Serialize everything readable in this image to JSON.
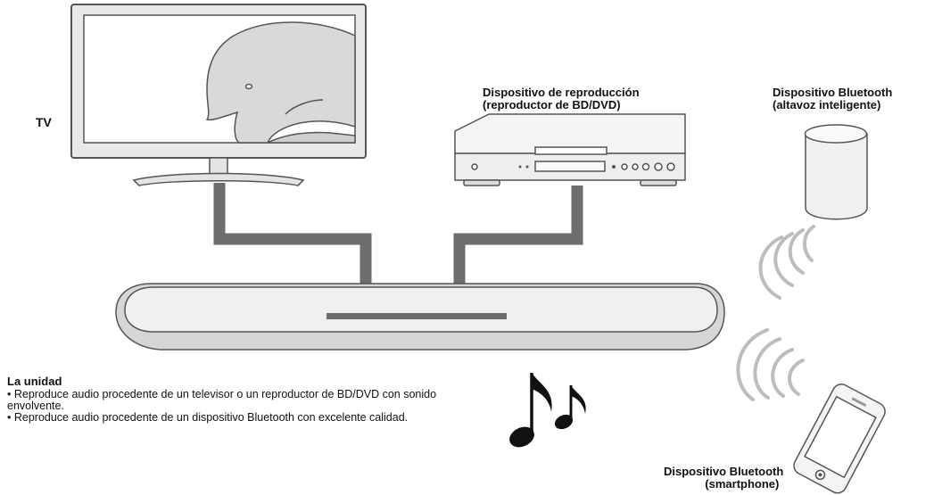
{
  "labels": {
    "tv": "TV",
    "player": [
      "Dispositivo de reproducción",
      "(reproductor de BD/DVD)"
    ],
    "bt_speaker": [
      "Dispositivo Bluetooth",
      "(altavoz inteligente)"
    ],
    "bt_phone": [
      "Dispositivo Bluetooth",
      "(smartphone)"
    ]
  },
  "unit": {
    "title": "La unidad",
    "bullets": [
      "• Reproduce audio procedente de un televisor o un reproductor de BD/DVD con sonido envolvente.",
      "• Reproduce audio procedente de un dispositivo Bluetooth con excelente calidad."
    ]
  },
  "colors": {
    "cable": "#6d6d6d",
    "device_fill": "#f2f2f2",
    "outline": "#555555",
    "wave": "#bdbdbd"
  },
  "icons": [
    "tv-icon",
    "dolphin-image",
    "bd-player-icon",
    "smart-speaker-icon",
    "soundbar-icon",
    "music-note-icon",
    "smartphone-icon",
    "bluetooth-wave-icon"
  ]
}
